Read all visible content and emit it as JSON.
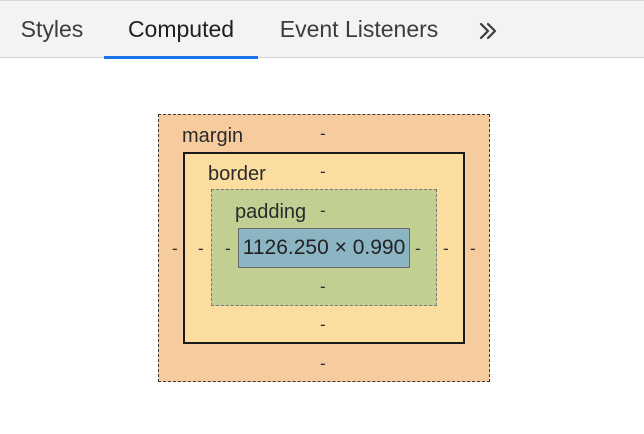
{
  "tabs": {
    "styles": "Styles",
    "computed": "Computed",
    "events": "Event Listeners",
    "more": "»"
  },
  "boxmodel": {
    "margin_label": "margin",
    "border_label": "border",
    "padding_label": "padding",
    "content": "1126.250 × 0.990",
    "margin": {
      "top": "-",
      "right": "-",
      "bottom": "-",
      "left": "-"
    },
    "border": {
      "top": "-",
      "right": "-",
      "bottom": "-",
      "left": "-"
    },
    "padding": {
      "top": "-",
      "right": "-",
      "bottom": "-",
      "left": "-"
    }
  },
  "colors": {
    "margin": "#f6cc9f",
    "border": "#fadd9f",
    "padding": "#c2cf92",
    "content": "#8cb5c4",
    "accent": "#1a73e8"
  }
}
